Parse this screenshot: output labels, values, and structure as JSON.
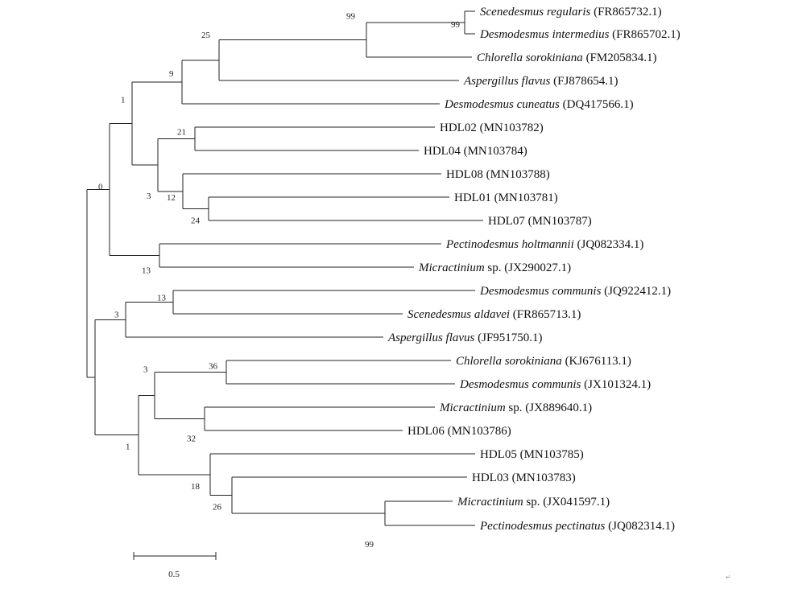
{
  "taxa": [
    {
      "species": "Scenedesmus regularis",
      "acc": "(FR865732.1)"
    },
    {
      "species": "Desmodesmus intermedius",
      "acc": "(FR865702.1)"
    },
    {
      "species": "Chlorella sorokiniana",
      "acc": "(FM205834.1)"
    },
    {
      "species": "Aspergillus flavus",
      "acc": "(FJ878654.1)"
    },
    {
      "species": "Desmodesmus cuneatus",
      "acc": "(DQ417566.1)"
    },
    {
      "species": "",
      "acc": "HDL02 (MN103782)"
    },
    {
      "species": "",
      "acc": "HDL04 (MN103784)"
    },
    {
      "species": "",
      "acc": "HDL08 (MN103788)"
    },
    {
      "species": "",
      "acc": "HDL01 (MN103781)"
    },
    {
      "species": "",
      "acc": "HDL07 (MN103787)"
    },
    {
      "species": "Pectinodesmus holtmannii",
      "acc": "(JQ082334.1)"
    },
    {
      "species": "Micractinium",
      "acc": "sp. (JX290027.1)"
    },
    {
      "species": "Desmodesmus communis",
      "acc": "(JQ922412.1)"
    },
    {
      "species": "Scenedesmus aldavei",
      "acc": "(FR865713.1)"
    },
    {
      "species": "Aspergillus flavus",
      "acc": "(JF951750.1)"
    },
    {
      "species": "Chlorella sorokiniana",
      "acc": "(KJ676113.1)"
    },
    {
      "species": "Desmodesmus communis",
      "acc": "(JX101324.1)"
    },
    {
      "species": "Micractinium",
      "acc": "sp. (JX889640.1)"
    },
    {
      "species": "",
      "acc": "HDL06 (MN103786)"
    },
    {
      "species": "",
      "acc": "HDL05 (MN103785)"
    },
    {
      "species": "",
      "acc": "HDL03 (MN103783)"
    },
    {
      "species": "Micractinium",
      "acc": "sp. (JX041597.1)"
    },
    {
      "species": "Pectinodesmus pectinatus",
      "acc": "(JQ082314.1)"
    }
  ],
  "support_values": [
    "99",
    "99",
    "25",
    "9",
    "1",
    "21",
    "3",
    "12",
    "24",
    "0",
    "13",
    "13",
    "3",
    "36",
    "3",
    "32",
    "1",
    "18",
    "26",
    "99"
  ],
  "scale_bar": {
    "label": "0.5",
    "value": 0.5
  },
  "corner_mark": "↵"
}
